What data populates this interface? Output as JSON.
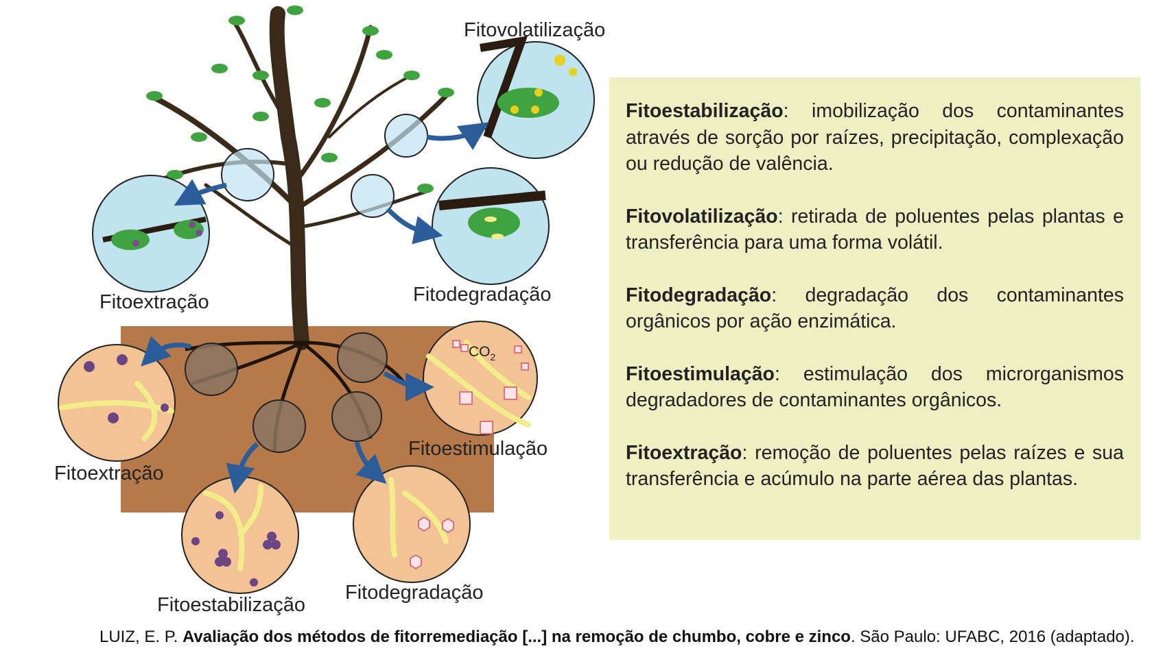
{
  "diagram": {
    "labels": {
      "fitovolatilizacao": "Fitovolatilização",
      "fitoextracao_top": "Fitoextração",
      "fitodegradacao_top": "Fitodegradação",
      "fitoextracao_bottom": "Fitoextração",
      "fitoestimulacao": "Fitoestimulação",
      "fitoestabilizacao": "Fitoestabilização",
      "fitodegradacao_bottom": "Fitodegradação",
      "co2": "CO",
      "co2_sub": "2"
    },
    "colors": {
      "sky_circle": "#bfe3ef",
      "soil": "#b5794a",
      "soil_circle": "#f2c394",
      "root_circle": "#8c7460",
      "trunk": "#3a2a1a",
      "leaf": "#3fa33f",
      "arrow": "#2a5d9a",
      "root": "#f3ec8a",
      "box": "#eef0c4"
    }
  },
  "definitions": [
    {
      "term": "Fitoestabilização",
      "text": ": imobilização dos contaminantes através de sorção por raízes, precipitação, complexação ou redução de valência."
    },
    {
      "term": "Fitovolatilização",
      "text": ": retirada de poluentes pelas plantas e transferência para uma forma volátil."
    },
    {
      "term": "Fitodegradação",
      "text": ": degradação dos contaminantes orgânicos por ação enzimática."
    },
    {
      "term": "Fitoestimulação",
      "text": ": estimulação dos microrganismos degradadores de contaminantes orgânicos."
    },
    {
      "term": "Fitoextração",
      "text": ": remoção de poluentes pelas raízes e sua transferência e acúmulo na parte aérea das plantas."
    }
  ],
  "caption": {
    "author": "LUIZ, E. P. ",
    "title": "Avaliação dos métodos de fitorremediação [...] na remoção de chumbo, cobre e zinco",
    "rest": ". São Paulo: UFABC, 2016 (adaptado)."
  }
}
